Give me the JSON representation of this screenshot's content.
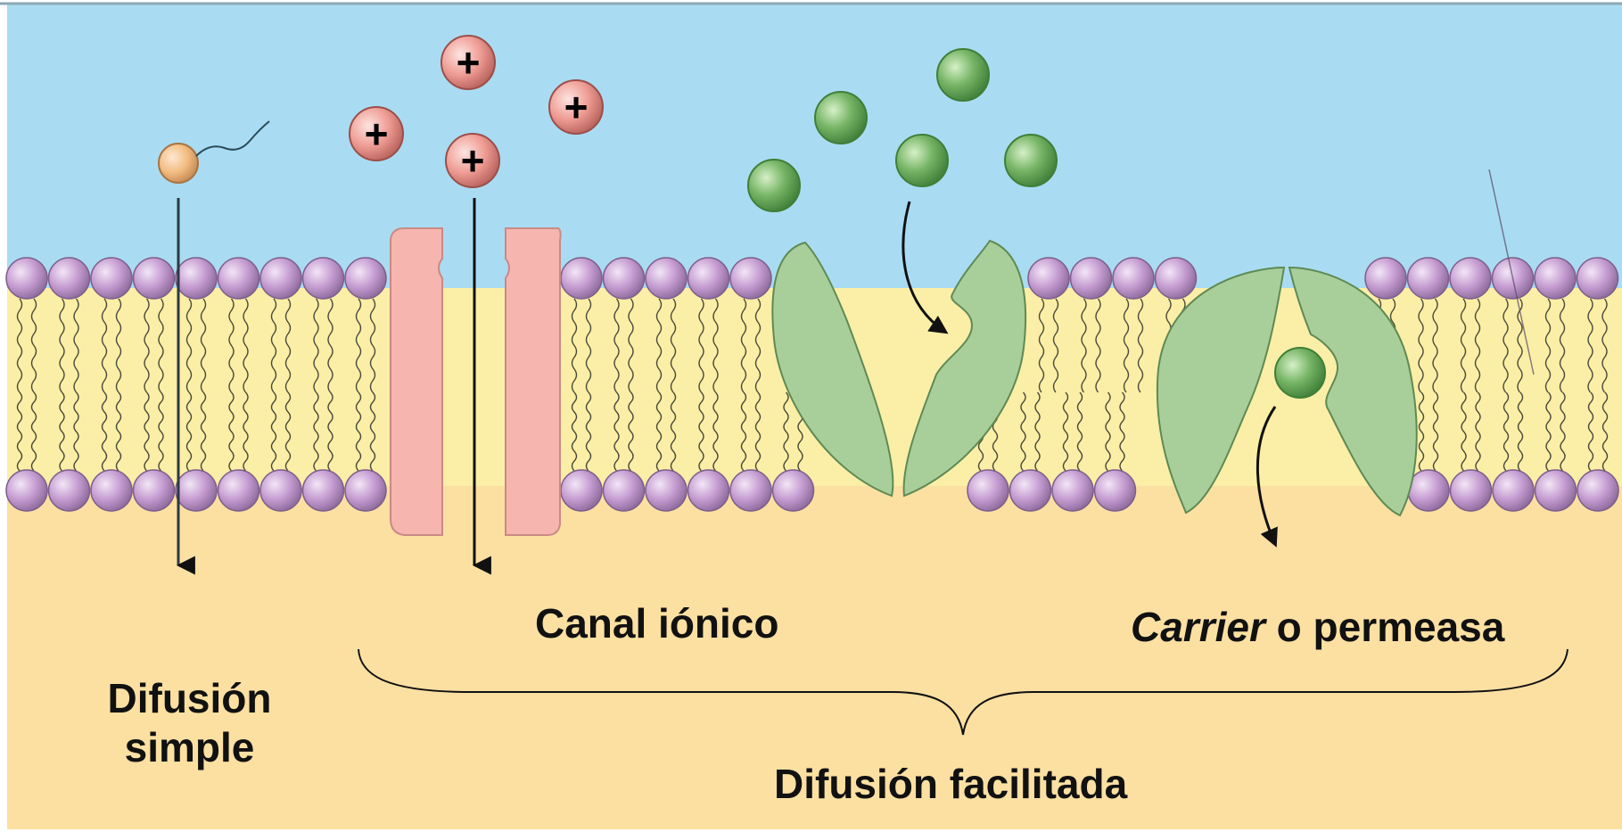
{
  "labels": {
    "simple_diffusion": "Difusión simple",
    "ion_channel": "Canal iónico",
    "carrier_italic": "Carrier",
    "carrier_rest": " o permeasa",
    "facilitated_diffusion": "Difusión facilitada"
  },
  "ion_symbol": "+",
  "colors": {
    "extracellular": "#a9dcf2",
    "membrane_core": "#fbeea6",
    "cytoplasm": "#fbe0a2",
    "phospholipid_head": "#c49bd0",
    "channel_protein": "#f6b5ae",
    "carrier_protein": "#a8cf9a",
    "solute": "#6aa75e",
    "ion": "#e98b84",
    "small_molecule": "#f3bd82"
  }
}
